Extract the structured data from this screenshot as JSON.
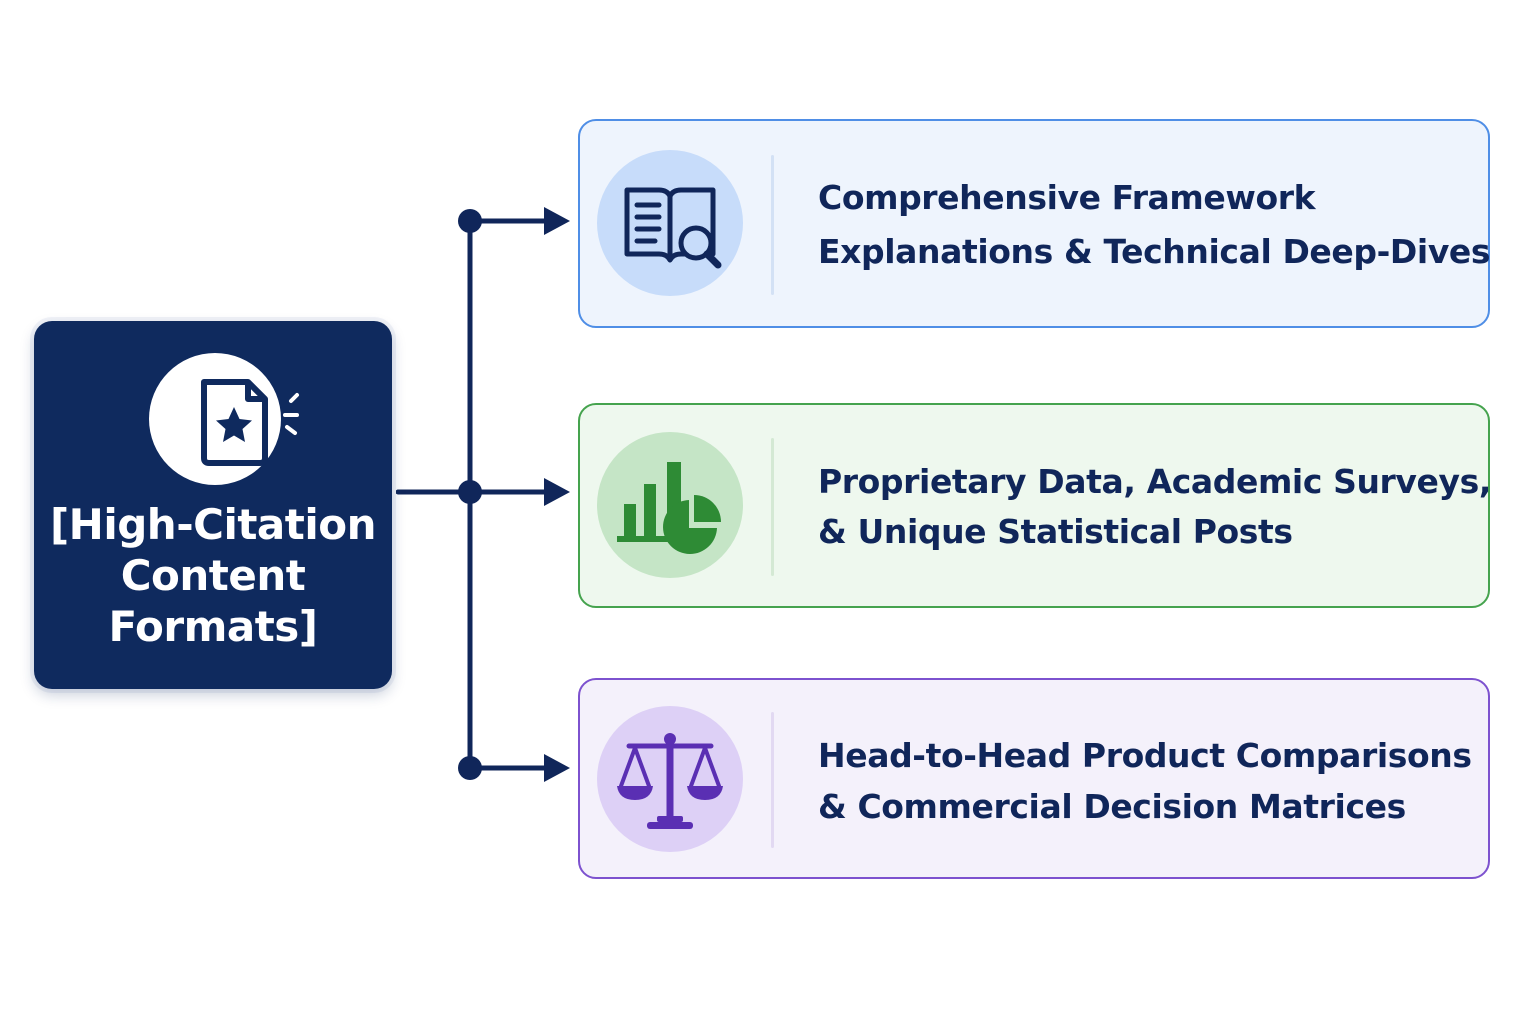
{
  "root": {
    "label_lines": [
      "[High-Citation",
      "Content",
      "Formats]"
    ],
    "icon": "document-star-icon",
    "color": "#0f2a5e"
  },
  "connector_color": "#10265a",
  "branches": [
    {
      "lines": [
        "Comprehensive Framework",
        "Explanations & Technical Deep-Dives"
      ],
      "icon": "book-magnifier-icon",
      "accent": "#4f8ee6",
      "background": "#eef4fd"
    },
    {
      "lines": [
        "Proprietary Data, Academic Surveys,",
        "& Unique Statistical Posts"
      ],
      "icon": "bar-pie-chart-icon",
      "accent": "#45a34e",
      "background": "#eef8ee"
    },
    {
      "lines": [
        "Head-to-Head Product Comparisons",
        "& Commercial Decision Matrices"
      ],
      "icon": "balance-scale-icon",
      "accent": "#7d52cf",
      "background": "#f4f1fb"
    }
  ]
}
